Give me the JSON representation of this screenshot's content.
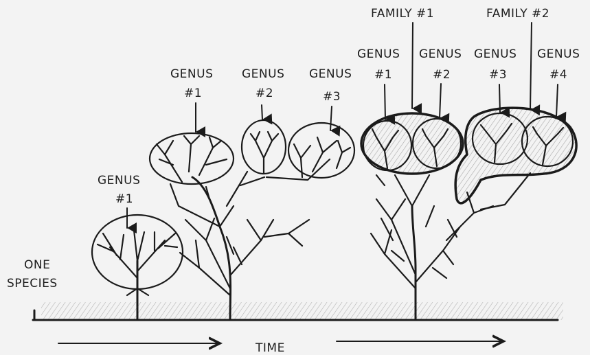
{
  "labels": {
    "one_species_line1": "ONE",
    "one_species_line2": "SPECIES",
    "stage1_genus_word": "GENUS",
    "stage1_genus_num": "#1",
    "stage2_genus1_word": "GENUS",
    "stage2_genus1_num": "#1",
    "stage2_genus2_word": "GENUS",
    "stage2_genus2_num": "#2",
    "stage2_genus3_word": "GENUS",
    "stage2_genus3_num": "#3",
    "family1": "FAMILY #1",
    "family2": "FAMILY #2",
    "stage3_genus1_word": "GENUS",
    "stage3_genus1_num": "#1",
    "stage3_genus2_word": "GENUS",
    "stage3_genus2_num": "#2",
    "stage3_genus3_word": "GENUS",
    "stage3_genus3_num": "#3",
    "stage3_genus4_word": "GENUS",
    "stage3_genus4_num": "#4",
    "time": "TIME"
  },
  "colors": {
    "ink": "#1b1b1b",
    "background": "#f3f3f3",
    "hatch": "#9a9a9a",
    "family_fill": "#bdbdbd"
  }
}
